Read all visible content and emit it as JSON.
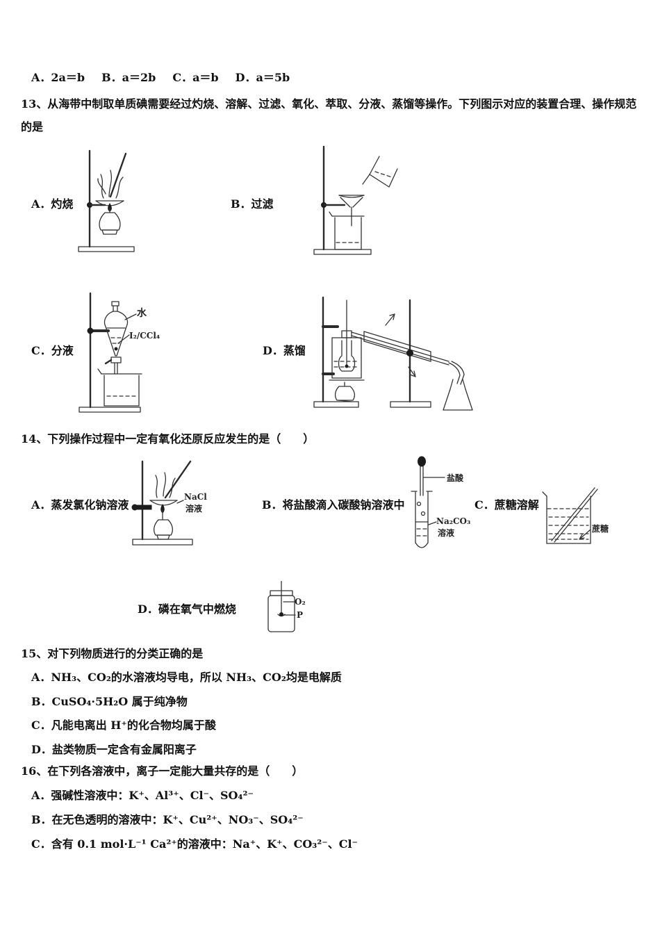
{
  "colors": {
    "text": "#111111",
    "diagram_stroke": "#333333",
    "background": "#ffffff"
  },
  "q12": {
    "options": [
      "A．2a＝b",
      "B．a＝2b",
      "C．a＝b",
      "D．a＝5b"
    ]
  },
  "q13": {
    "stem": "13、从海带中制取单质碘需要经过灼烧、溶解、过滤、氧化、萃取、分液、蒸馏等操作。下列图示对应的装置合理、操作规范的是",
    "options": {
      "a": {
        "label": "A．灼烧"
      },
      "b": {
        "label": "B．过滤"
      },
      "c": {
        "label": "C．分液",
        "annotations": {
          "water": "水",
          "i2ccl4": "I₂/CCl₄"
        }
      },
      "d": {
        "label": "D．蒸馏"
      }
    }
  },
  "q14": {
    "stem": "14、下列操作过程中一定有氧化还原反应发生的是（　　）",
    "options": {
      "a": {
        "label": "A．蒸发氯化钠溶液",
        "annotations": {
          "nacl": "NaCl",
          "solution": "溶液"
        }
      },
      "b": {
        "label": "B．将盐酸滴入碳酸钠溶液中",
        "annotations": {
          "hcl": "盐酸",
          "na2co3": "Na₂CO₃",
          "solution": "溶液"
        }
      },
      "c": {
        "label": "C．蔗糖溶解",
        "annotations": {
          "sucrose": "蔗糖"
        }
      },
      "d": {
        "label": "D．磷在氧气中燃烧",
        "annotations": {
          "o2": "O₂",
          "p": "P"
        }
      }
    }
  },
  "q15": {
    "stem": "15、对下列物质进行的分类正确的是",
    "options": [
      "A．NH₃、CO₂的水溶液均导电，所以 NH₃、CO₂均是电解质",
      "B．CuSO₄·5H₂O 属于纯净物",
      "C．凡能电离出 H⁺的化合物均属于酸",
      "D．盐类物质一定含有金属阳离子"
    ]
  },
  "q16": {
    "stem": "16、在下列各溶液中，离子一定能大量共存的是（　　）",
    "options": [
      "A．强碱性溶液中：K⁺、Al³⁺、Cl⁻、SO₄²⁻",
      "B．在无色透明的溶液中：K⁺、Cu²⁺、NO₃⁻、SO₄²⁻",
      "C．含有 0.1 mol·L⁻¹ Ca²⁺的溶液中：Na⁺、K⁺、CO₃²⁻、Cl⁻"
    ]
  }
}
